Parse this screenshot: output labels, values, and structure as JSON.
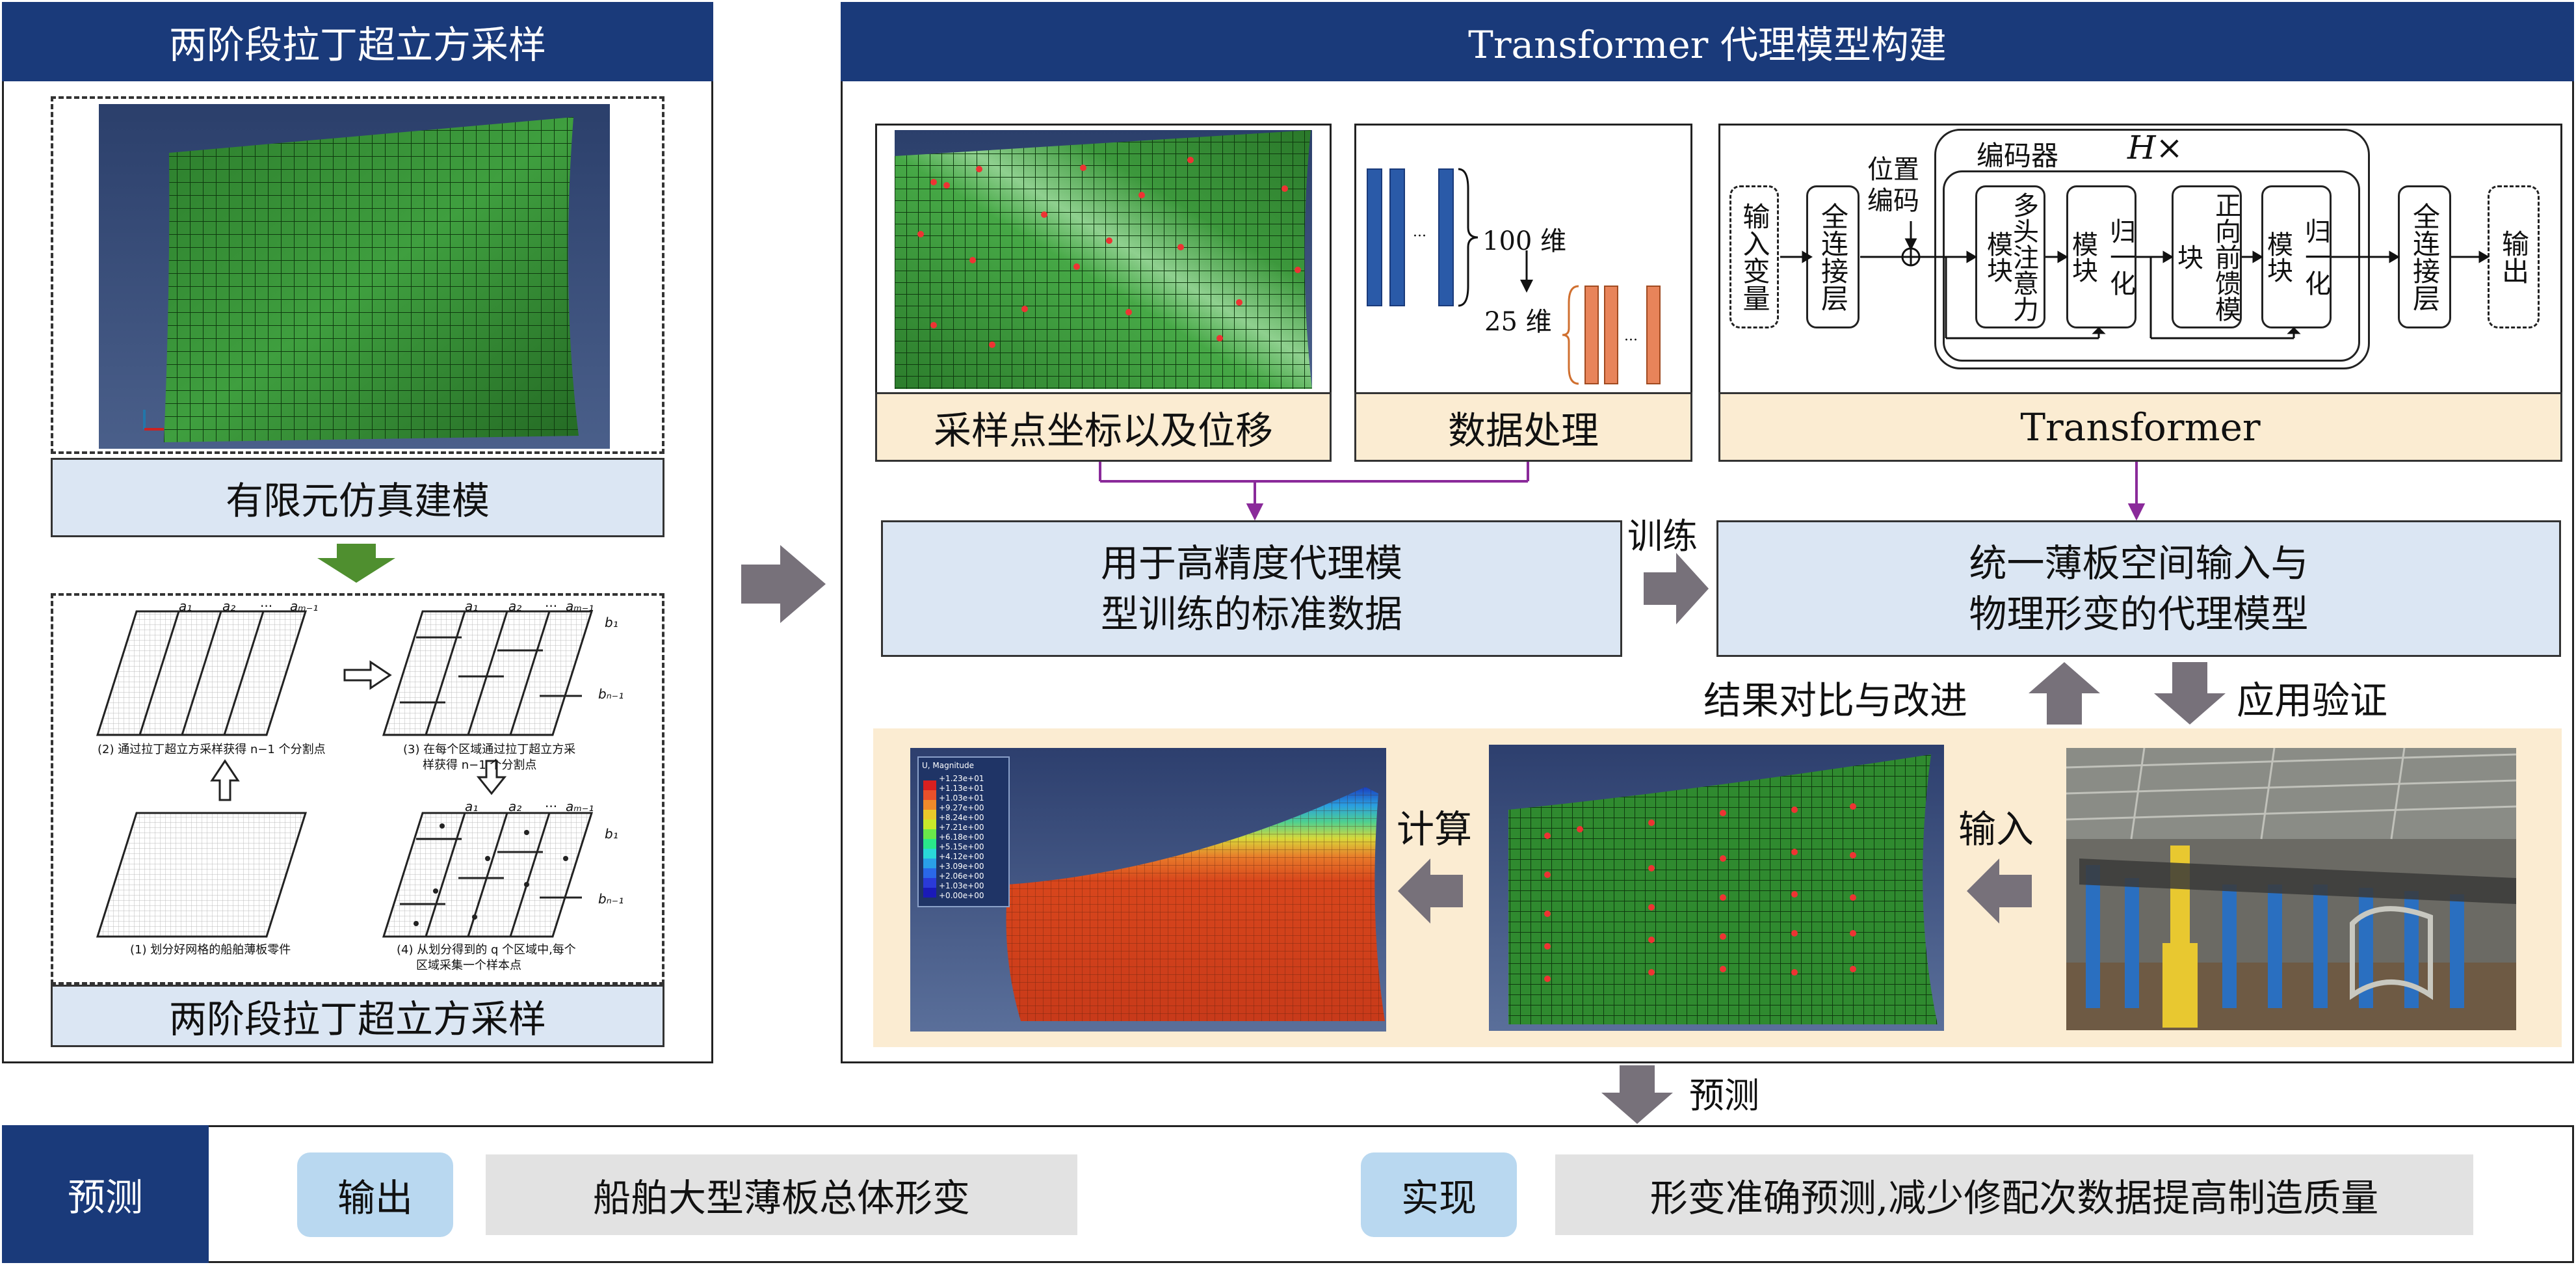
{
  "left": {
    "header": "两阶段拉丁超立方采样",
    "fem_label": "有限元仿真建模",
    "sampling_label": "两阶段拉丁超立方采样",
    "captions": {
      "c1": "(1) 划分好网格的船舶薄板零件",
      "c2": "(2) 通过拉丁超立方采样获得 n−1 个分割点",
      "c3a": "(3) 在每个区域通过拉丁超立方采",
      "c3b": "样获得 n−1 个分割点",
      "c4a": "(4) 从划分得到的 q 个区域中,每个",
      "c4b": "区域采集一个样本点"
    },
    "math": {
      "a1": "a₁",
      "a2": "a₂",
      "dots": "···",
      "am1": "aₘ₋₁",
      "b1": "b₁",
      "bn1": "bₙ₋₁"
    }
  },
  "right": {
    "header": "Transformer 代理模型构建",
    "sample_label": "采样点坐标以及位移",
    "data_label": "数据处理",
    "dim100": "100 维",
    "dim25": "25 维",
    "transformer_label": "Transformer",
    "encoder": "编码器",
    "hx": "H×",
    "pos_enc_1": "位置",
    "pos_enc_2": "编码",
    "input_vars": "输入变量",
    "fc1": "全连接层",
    "mha": "多头注意力模块",
    "norm1": "归一化模块",
    "ffn": "正向前馈模块",
    "norm2": "归一化模块",
    "fc2": "全连接层",
    "output": "输出",
    "std_data_1": "用于高精度代理模",
    "std_data_2": "型训练的标准数据",
    "train": "训练",
    "surrogate_1": "统一薄板空间输入与",
    "surrogate_2": "物理形变的代理模型",
    "compare": "结果对比与改进",
    "apply": "应用验证",
    "compute": "计算",
    "input": "输入",
    "legend_title": "U, Magnitude",
    "legend_values": [
      "+1.23e+01",
      "+1.13e+01",
      "+1.03e+01",
      "+9.27e+00",
      "+8.24e+00",
      "+7.21e+00",
      "+6.18e+00",
      "+5.15e+00",
      "+4.12e+00",
      "+3.09e+00",
      "+2.06e+00",
      "+1.03e+00",
      "+0.00e+00"
    ]
  },
  "predict_arrow": "预测",
  "bottom": {
    "tag": "预测",
    "out_tag": "输出",
    "out_text": "船舶大型薄板总体形变",
    "impl_tag": "实现",
    "impl_text": "形变准确预测,减少修配次数据提高制造质量"
  },
  "colors": {
    "navy": "#1a3a7a",
    "label_blue": "#dbe6f3",
    "cream": "#fbecd2",
    "arrow_gray": "#77717a",
    "purple": "#8a2a9a",
    "green_arrow": "#4f8f2f"
  }
}
